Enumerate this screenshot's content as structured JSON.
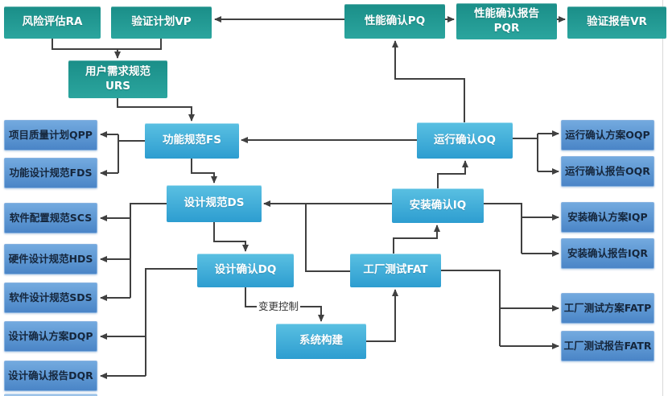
{
  "nodes": {
    "ra": {
      "label": "风险评估RA"
    },
    "vp": {
      "label": "验证计划VP"
    },
    "urs": {
      "label": "用户需求规范\nURS"
    },
    "pq": {
      "label": "性能确认PQ"
    },
    "pqr": {
      "label": "性能确认报告\nPQR"
    },
    "vr": {
      "label": "验证报告VR"
    },
    "fs": {
      "label": "功能规范FS"
    },
    "ds": {
      "label": "设计规范DS"
    },
    "dq": {
      "label": "设计确认DQ"
    },
    "build": {
      "label": "系统构建"
    },
    "oq": {
      "label": "运行确认OQ"
    },
    "iq": {
      "label": "安装确认IQ"
    },
    "fat": {
      "label": "工厂测试FAT"
    },
    "qpp": {
      "label": "项目质量计划QPP"
    },
    "fds": {
      "label": "功能设计规范FDS"
    },
    "scs": {
      "label": "软件配置规范SCS"
    },
    "hds": {
      "label": "硬件设计规范HDS"
    },
    "sds": {
      "label": "软件设计规范SDS"
    },
    "dqp": {
      "label": "设计确认方案DQP"
    },
    "dqr": {
      "label": "设计确认报告DQR"
    },
    "oqp": {
      "label": "运行确认方案OQP"
    },
    "oqr": {
      "label": "运行确认报告OQR"
    },
    "iqp": {
      "label": "安装确认方案IQP"
    },
    "iqr": {
      "label": "安装确认报告IQR"
    },
    "fatp": {
      "label": "工厂测试方案FATP"
    },
    "fatr": {
      "label": "工厂测试报告FATR"
    }
  },
  "edge_labels": {
    "change_control": "变更控制"
  },
  "colors": {
    "teal_top": "#1a8e88",
    "teal_bottom": "#2ba59e",
    "sky_top": "#5ac0e2",
    "sky_bottom": "#2d9dd0",
    "side_top": "#73aadf",
    "side_bottom": "#4a85c7",
    "side_text": "#15263c",
    "box_text": "#ffffff",
    "line_color": "#404040"
  }
}
